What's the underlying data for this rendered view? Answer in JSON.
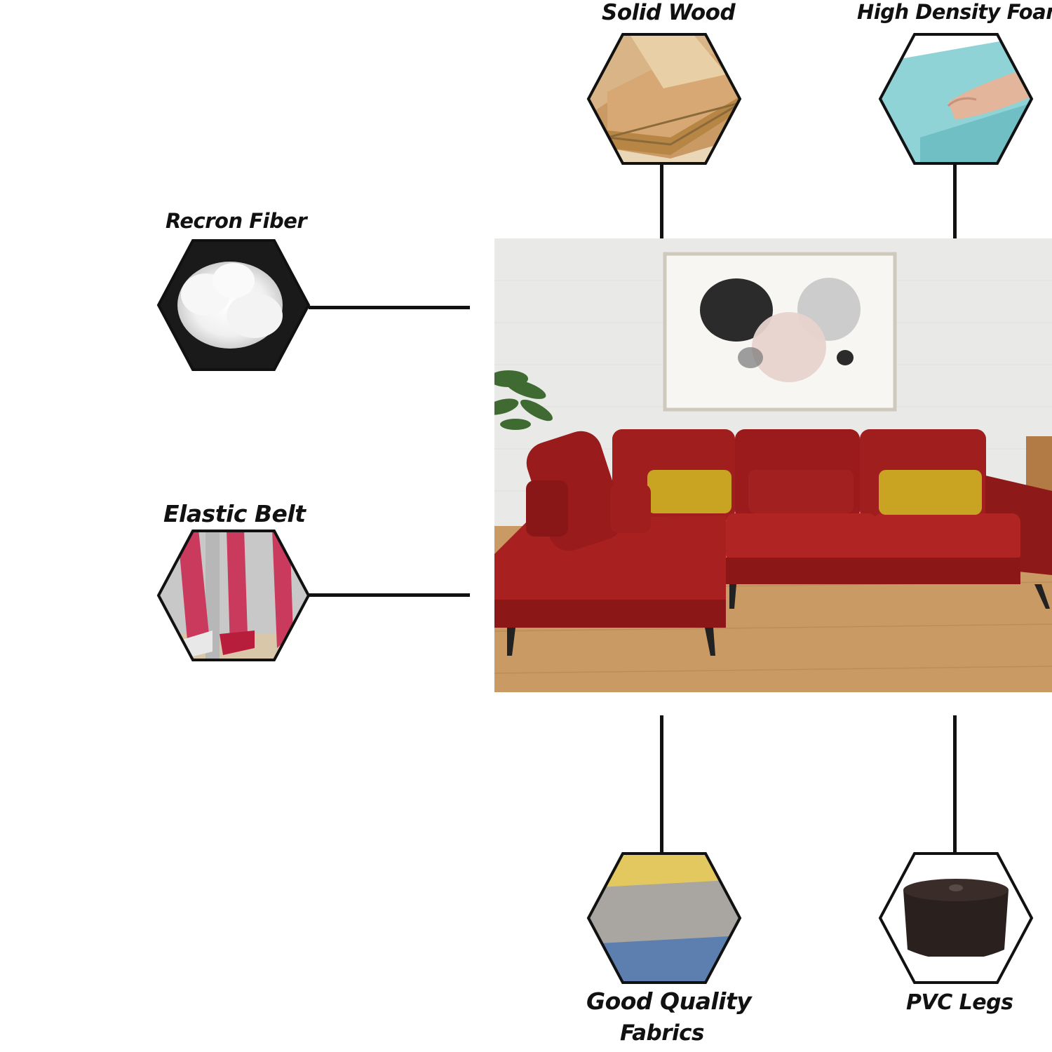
{
  "features": {
    "solid_wood": {
      "label": "Solid Wood",
      "icon": "wood-planks-icon"
    },
    "high_density_foam": {
      "label": "High Density Foam",
      "icon": "foam-block-icon"
    },
    "recron_fiber": {
      "label": "Recron Fiber",
      "icon": "fiber-cotton-icon"
    },
    "elastic_belt": {
      "label": "Elastic Belt",
      "icon": "elastic-belt-icon"
    },
    "good_quality_fabrics": {
      "label_line1": "Good Quality",
      "label_line2": "Fabrics",
      "icon": "fabric-swatches-icon"
    },
    "pvc_legs": {
      "label": "PVC Legs",
      "icon": "pvc-leg-icon"
    }
  },
  "colors": {
    "sofa": "#a01e1e",
    "cushion": "#c9a423",
    "line": "#111111"
  }
}
